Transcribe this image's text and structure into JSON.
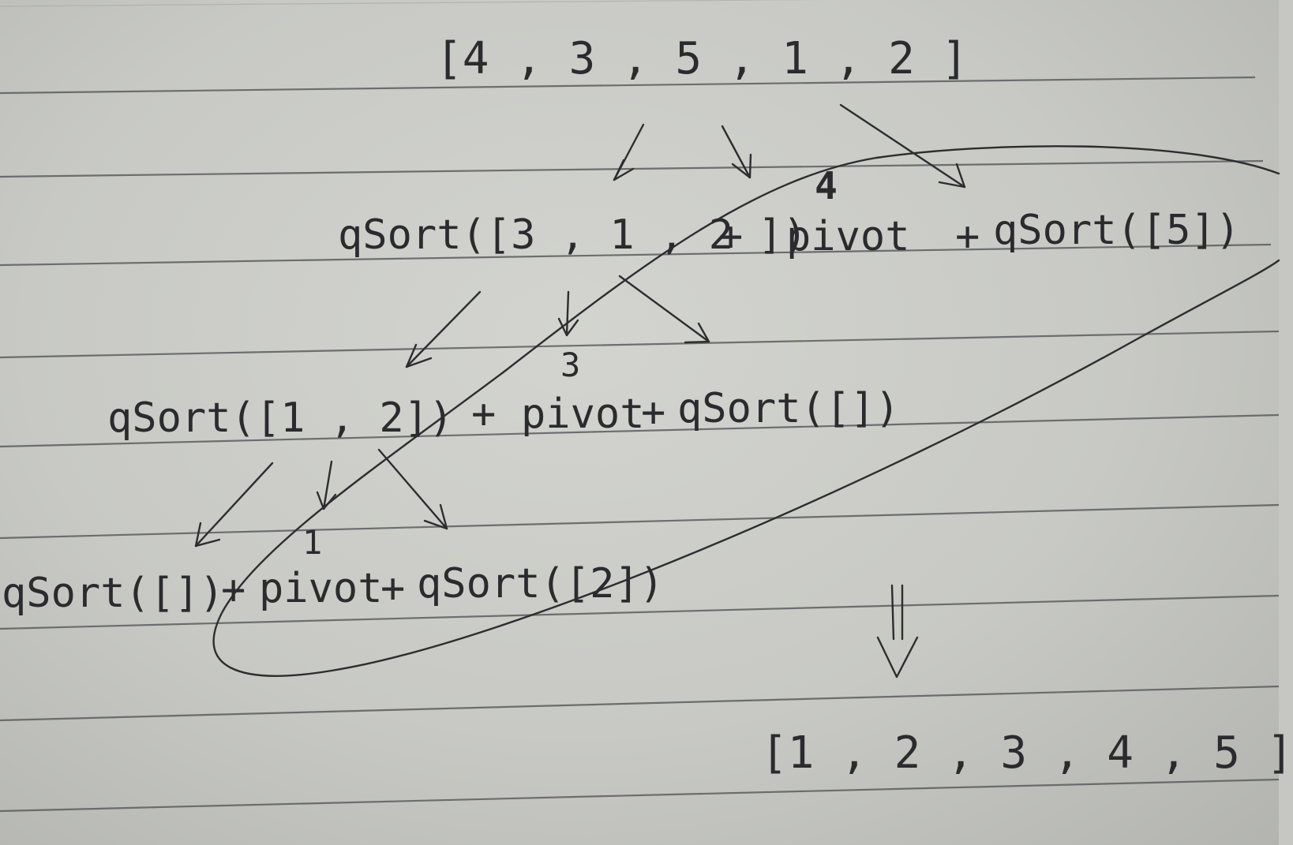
{
  "page": {
    "background": "#c8c9c4",
    "ink_color": "#2b2b2f",
    "rule_color": "#5b5d60"
  },
  "expressions": {
    "input_array": "[4 , 3 , 5 , 1 , 2 ]",
    "level1": {
      "left_call": "qSort([3 , 1 , 2 ])",
      "plus_1": "+",
      "pivot_label": "pivot",
      "plus_2": "+",
      "right_call": "qSort([5])"
    },
    "level2": {
      "left_call": "qSort([1 , 2])",
      "plus_1": "+",
      "pivot_label": "pivot",
      "plus_2": "+",
      "right_call": "qSort([])"
    },
    "level3": {
      "left_call": "qSort([])",
      "plus_1": "+",
      "pivot_label": "pivot",
      "plus_2": "+",
      "right_call": "qSort([2])"
    },
    "result_array": "[1 , 2 , 3 , 4 , 5 ]"
  },
  "pivot_values": {
    "level1": "4",
    "level2": "3",
    "level3": "1"
  }
}
